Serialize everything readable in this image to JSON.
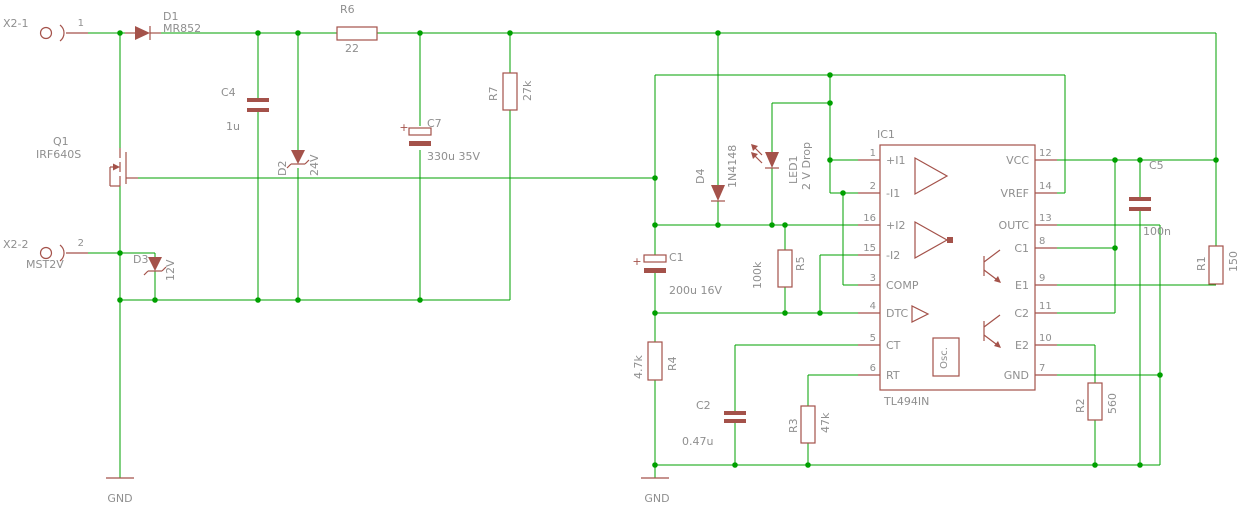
{
  "diagram": {
    "type": "circuit-schematic",
    "style": "eagle-cad",
    "colors": {
      "wire": "#00a000",
      "symbol": "#a4524a",
      "text": "#8f8f8f",
      "background": "#ffffff"
    }
  },
  "connectors": {
    "x2_1": {
      "name": "X2-1",
      "pin": "1"
    },
    "x2_2": {
      "name": "X2-2",
      "pin": "2",
      "net_label": "MST2V"
    }
  },
  "components": {
    "d1": {
      "name": "D1",
      "value": "MR852"
    },
    "r6": {
      "name": "R6",
      "value": "22"
    },
    "c4": {
      "name": "C4",
      "value": "1u"
    },
    "d2": {
      "name": "D2",
      "value": "24V"
    },
    "q1": {
      "name": "Q1",
      "value": "IRF640S"
    },
    "c7": {
      "name": "C7",
      "value": "330u 35V",
      "polarity": "+"
    },
    "r7": {
      "name": "R7",
      "value": "27k"
    },
    "d3": {
      "name": "D3",
      "value": "12V"
    },
    "d4": {
      "name": "D4",
      "value": "1N4148"
    },
    "led1": {
      "name": "LED1",
      "value": "2 V Drop"
    },
    "c1": {
      "name": "C1",
      "value": "200u 16V",
      "polarity": "+"
    },
    "r5": {
      "name": "R5",
      "value": "100k"
    },
    "r4": {
      "name": "R4",
      "value": "4.7k"
    },
    "c2": {
      "name": "C2",
      "value": "0.47u"
    },
    "r3": {
      "name": "R3",
      "value": "47k"
    },
    "r2": {
      "name": "R2",
      "value": "560"
    },
    "c5": {
      "name": "C5",
      "value": "100n"
    },
    "r1": {
      "name": "R1",
      "value": "150"
    },
    "ic1": {
      "name": "IC1",
      "value": "TL494IN",
      "internal_osc_label": "Osc."
    }
  },
  "ic1_pins": {
    "left": [
      {
        "num": "1",
        "name": "+I1"
      },
      {
        "num": "2",
        "name": "-I1"
      },
      {
        "num": "16",
        "name": "+I2"
      },
      {
        "num": "15",
        "name": "-I2"
      },
      {
        "num": "3",
        "name": "COMP"
      },
      {
        "num": "4",
        "name": "DTC"
      },
      {
        "num": "5",
        "name": "CT"
      },
      {
        "num": "6",
        "name": "RT"
      }
    ],
    "right": [
      {
        "num": "12",
        "name": "VCC"
      },
      {
        "num": "14",
        "name": "VREF"
      },
      {
        "num": "13",
        "name": "OUTC"
      },
      {
        "num": "8",
        "name": "C1"
      },
      {
        "num": "9",
        "name": "E1"
      },
      {
        "num": "11",
        "name": "C2"
      },
      {
        "num": "10",
        "name": "E2"
      },
      {
        "num": "7",
        "name": "GND"
      }
    ]
  },
  "grounds": [
    "GND",
    "GND"
  ]
}
